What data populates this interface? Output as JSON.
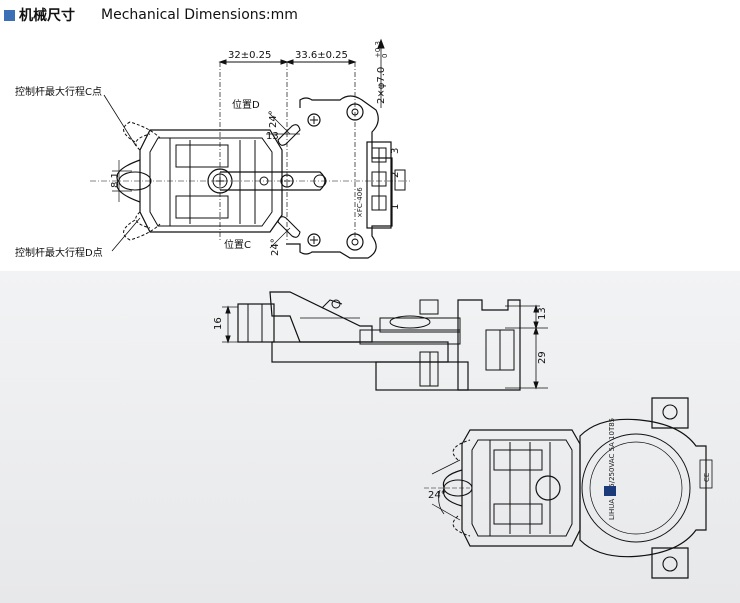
{
  "header": {
    "title_cn": "机械尺寸",
    "title_en": "Mechanical Dimensions:mm"
  },
  "top_view": {
    "dim_32": "32±0.25",
    "dim_336": "33.6±0.25",
    "dim_hole": "2×φ7.0",
    "dim_hole_tol": "+0.3",
    "dim_hole_tol2": "0",
    "dim_13": "13",
    "dim_81": "8.1",
    "angle_top": "24°",
    "angle_bottom": "24°",
    "pos_d": "位置D",
    "pos_c": "位置C",
    "lever_c": "控制杆最大行程C点",
    "lever_d": "控制杆最大行程D点",
    "terminal_text": "×FC-406",
    "pin_1": "1",
    "pin_2": "2",
    "pin_3": "3"
  },
  "side_view": {
    "dim_16": "16",
    "dim_13": "13",
    "dim_29": "29"
  },
  "bottom_view": {
    "angle": "24°",
    "label_text": "LIHUA 125/250VAC 5A 10T85",
    "side_badge": "CE"
  }
}
